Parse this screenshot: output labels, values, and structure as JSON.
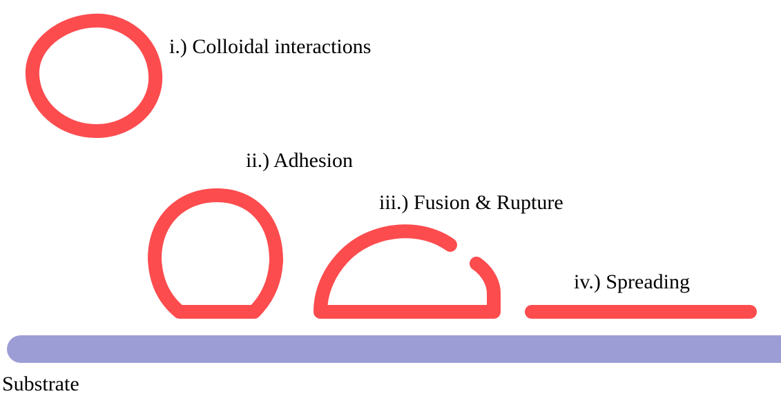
{
  "colors": {
    "vesicle": "#fc4c4e",
    "substrate": "#9d9dd6",
    "text": "#000000",
    "background": "#ffffff"
  },
  "stages": {
    "colloidal": "i.)  Colloidal interactions",
    "adhesion": "ii.)  Adhesion",
    "fusion": "iii.)  Fusion & Rupture",
    "spreading": "iv.)  Spreading"
  },
  "substrate_label": "Substrate"
}
